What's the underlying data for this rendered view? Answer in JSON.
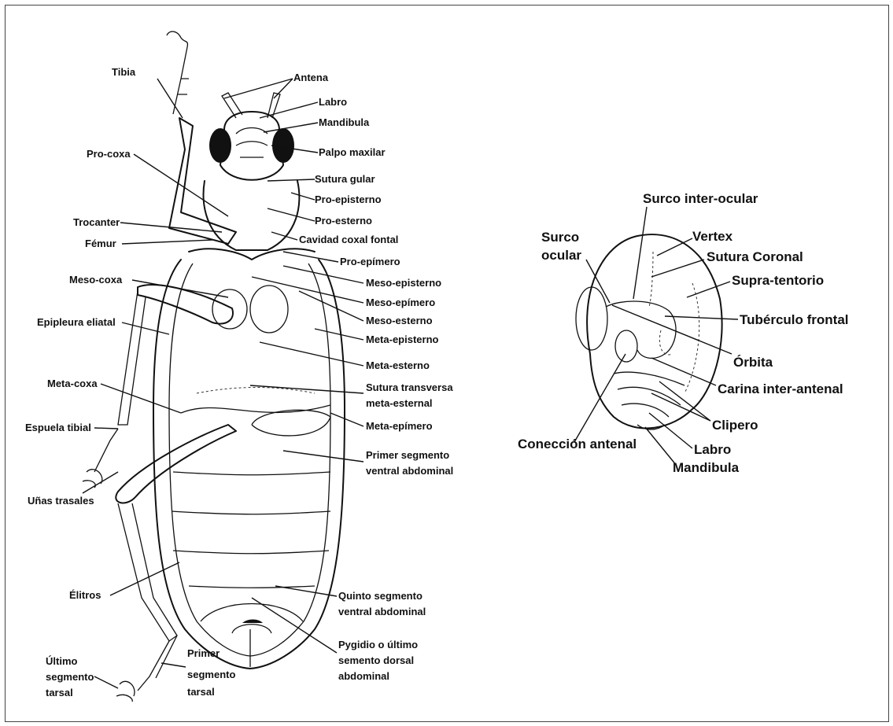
{
  "beetle": {
    "labels": [
      "Tibia",
      "Antena",
      "Labro",
      "Mandibula",
      "Palpo maxilar",
      "Pro-coxa",
      "Sutura gular",
      "Pro-episterno",
      "Pro-esterno",
      "Trocanter",
      "Cavidad coxal fontal",
      "Fémur",
      "Pro-epímero",
      "Meso-coxa",
      "Meso-episterno",
      "Meso-epímero",
      "Epipleura eliatal",
      "Meso-esterno",
      "Meta-episterno",
      "Meta-esterno",
      "Meta-coxa",
      "Sutura transversa",
      "meta-esternal",
      "Espuela tibial",
      "Meta-epímero",
      "Primer segmento",
      "ventral abdominal",
      "Uñas trasales",
      "Élitros",
      "Quinto segmento",
      "ventral abdominal",
      "Pygidio o último",
      "semento dorsal",
      "abdominal",
      "Último",
      "segmento",
      "tarsal",
      "Primer",
      "segmento",
      "tarsal"
    ]
  },
  "head": {
    "labels": [
      "Surco inter-ocular",
      "Surco",
      "ocular",
      "Vertex",
      "Sutura Coronal",
      "Supra-tentorio",
      "Tubérculo frontal",
      "Órbita",
      "Carina inter-antenal",
      "Clipero",
      "Conección antenal",
      "Labro",
      "Mandibula"
    ]
  }
}
